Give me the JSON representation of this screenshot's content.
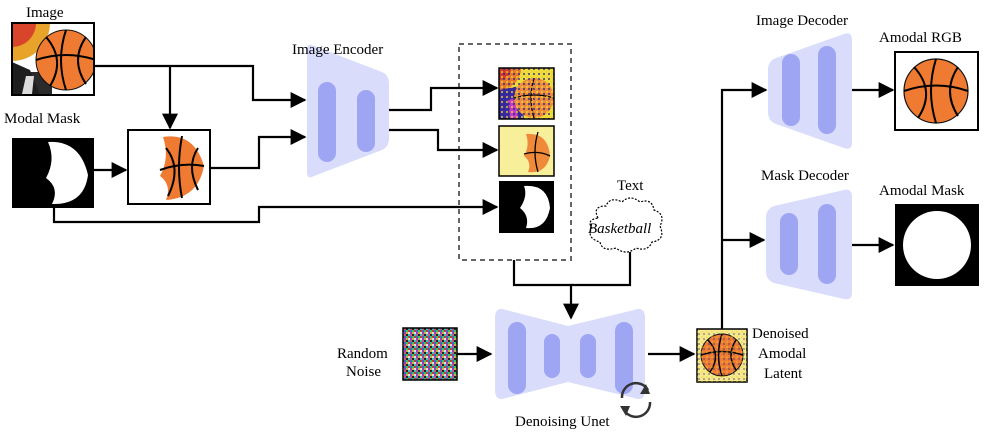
{
  "labels": {
    "image": "Image",
    "modal_mask": "Modal Mask",
    "image_encoder": "Image Encoder",
    "text": "Text",
    "basketball": "Basketball",
    "random_noise_1": "Random",
    "random_noise_2": "Noise",
    "denoising_unet": "Denoising Unet",
    "denoised_1": "Denoised",
    "denoised_2": "Amodal",
    "denoised_3": "Latent",
    "image_decoder": "Image Decoder",
    "mask_decoder": "Mask Decoder",
    "amodal_rgb": "Amodal RGB",
    "amodal_mask": "Amodal Mask"
  },
  "colors": {
    "module_fill": "#d9dcfb",
    "module_bar": "#9ea6f3",
    "ball_orange": "#ef7a32",
    "latent_yellow": "#f7e98a",
    "arrow": "#000000"
  },
  "icons": [
    "basketball-icon",
    "cloud-icon",
    "refresh-icon",
    "noise-icon"
  ]
}
